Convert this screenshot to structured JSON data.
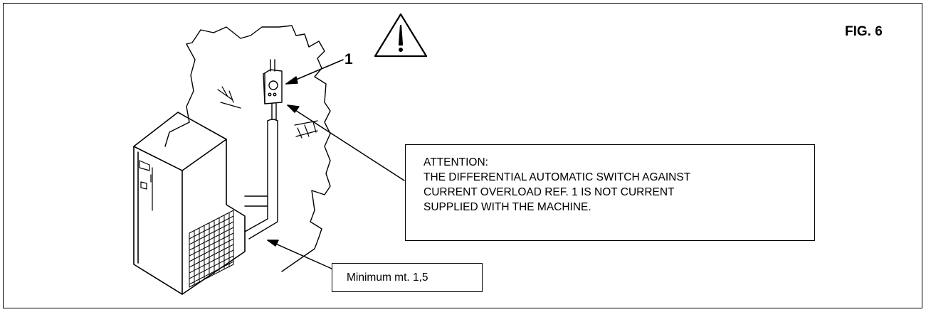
{
  "figure": {
    "label": "FIG. 6",
    "callout_number": "1",
    "attention_lines": [
      "ATTENTION:",
      "THE DIFFERENTIAL AUTOMATIC SWITCH AGAINST",
      "CURRENT OVERLOAD REF. 1 IS NOT CURRENT",
      "SUPPLIED WITH THE MACHINE."
    ],
    "distance_note": "Minimum mt. 1,5"
  },
  "icons": {
    "warning": "warning-triangle-icon"
  }
}
